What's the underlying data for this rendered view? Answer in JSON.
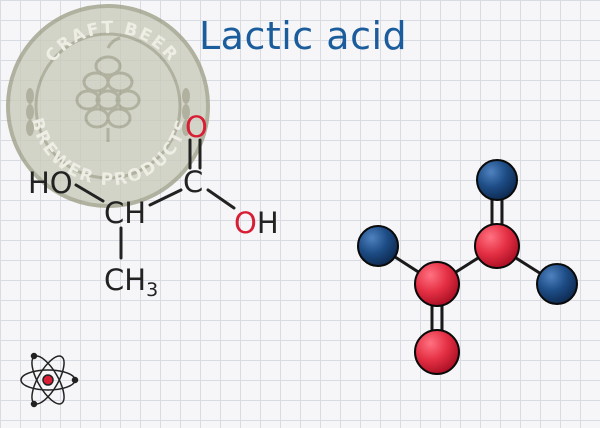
{
  "title": "Lactic acid",
  "watermark": {
    "text_top": "CRAFT BEER",
    "text_bottom": "BREWER PRODUCTS",
    "icon": "hop-icon",
    "color": "#9a9a82"
  },
  "formula": {
    "atoms": {
      "ho": "HO",
      "ch": "CH",
      "c": "C",
      "o_top": "O",
      "oh_o": "O",
      "oh_h": "H",
      "ch3": "CH",
      "ch3_sub": "3"
    }
  },
  "colors": {
    "title": "#1b5c9c",
    "oxygen": "#d81e35",
    "carbon_ball": "#e63347",
    "oxygen_ball": "#1d4c85",
    "bond": "#222222"
  },
  "corner_icon": "atom-icon"
}
